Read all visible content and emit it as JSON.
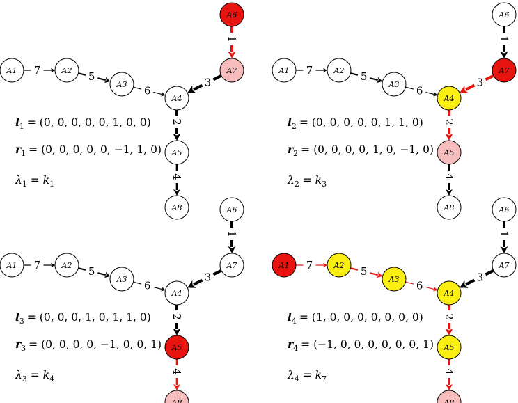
{
  "colors": {
    "red": "#e8140f",
    "pink": "#f7bcbc",
    "yellow": "#fbef12",
    "white": "#ffffff",
    "black": "#000000"
  },
  "panels": [
    {
      "node_colors": {
        "A1": "white",
        "A2": "white",
        "A3": "white",
        "A4": "white",
        "A5": "white",
        "A6": "red",
        "A7": "pink",
        "A8": "white"
      },
      "red_edges": [
        "A6-A7"
      ],
      "left": {
        "sym": "l",
        "sub": "1",
        "vec": "= (0, 0, 0, 0, 0, 1, 0, 0)"
      },
      "right": {
        "sym": "r",
        "sub": "1",
        "vec": "= (0, 0, 0, 0, 0, −1, 1, 0)"
      },
      "rate": {
        "lhs": "λ",
        "lsub": "1",
        "eq": " = ",
        "k": "k",
        "ksub": "1"
      }
    },
    {
      "node_colors": {
        "A1": "white",
        "A2": "white",
        "A3": "white",
        "A4": "yellow",
        "A5": "pink",
        "A6": "white",
        "A7": "red",
        "A8": "white"
      },
      "red_edges": [
        "A7-A4",
        "A4-A5"
      ],
      "left": {
        "sym": "l",
        "sub": "2",
        "vec": "= (0, 0, 0, 0, 0, 1, 1, 0)"
      },
      "right": {
        "sym": "r",
        "sub": "2",
        "vec": "= (0, 0, 0, 0, 1, 0, −1, 0)"
      },
      "rate": {
        "lhs": "λ",
        "lsub": "2",
        "eq": " = ",
        "k": "k",
        "ksub": "3"
      }
    },
    {
      "node_colors": {
        "A1": "white",
        "A2": "white",
        "A3": "white",
        "A4": "white",
        "A5": "red",
        "A6": "white",
        "A7": "white",
        "A8": "pink"
      },
      "red_edges": [
        "A5-A8"
      ],
      "left": {
        "sym": "l",
        "sub": "3",
        "vec": "= (0, 0, 0, 1, 0, 1, 1, 0)"
      },
      "right": {
        "sym": "r",
        "sub": "3",
        "vec": "= (0, 0, 0, 0, −1, 0, 0, 1)"
      },
      "rate": {
        "lhs": "λ",
        "lsub": "3",
        "eq": " = ",
        "k": "k",
        "ksub": "4"
      }
    },
    {
      "node_colors": {
        "A1": "red",
        "A2": "yellow",
        "A3": "yellow",
        "A4": "yellow",
        "A5": "yellow",
        "A6": "white",
        "A7": "white",
        "A8": "pink"
      },
      "red_edges": [
        "A1-A2",
        "A2-A3",
        "A3-A4",
        "A4-A5",
        "A5-A8"
      ],
      "left": {
        "sym": "l",
        "sub": "4",
        "vec": "= (1, 0, 0, 0, 0, 0, 0, 0)"
      },
      "right": {
        "sym": "r",
        "sub": "4",
        "vec": "= (−1, 0, 0, 0, 0, 0, 0, 1)"
      },
      "rate": {
        "lhs": "λ",
        "lsub": "4",
        "eq": " = ",
        "k": "k",
        "ksub": "7"
      }
    }
  ],
  "nodes": [
    {
      "id": "A1",
      "label": "A1"
    },
    {
      "id": "A2",
      "label": "A2"
    },
    {
      "id": "A3",
      "label": "A3"
    },
    {
      "id": "A4",
      "label": "A4"
    },
    {
      "id": "A5",
      "label": "A5"
    },
    {
      "id": "A6",
      "label": "A6"
    },
    {
      "id": "A7",
      "label": "A7"
    },
    {
      "id": "A8",
      "label": "A8"
    }
  ],
  "edges": [
    {
      "from": "A1",
      "to": "A2",
      "label": "7"
    },
    {
      "from": "A2",
      "to": "A3",
      "label": "5"
    },
    {
      "from": "A3",
      "to": "A4",
      "label": "6"
    },
    {
      "from": "A7",
      "to": "A4",
      "label": "3"
    },
    {
      "from": "A6",
      "to": "A7",
      "label": "1"
    },
    {
      "from": "A4",
      "to": "A5",
      "label": "2"
    },
    {
      "from": "A5",
      "to": "A8",
      "label": "4"
    }
  ]
}
